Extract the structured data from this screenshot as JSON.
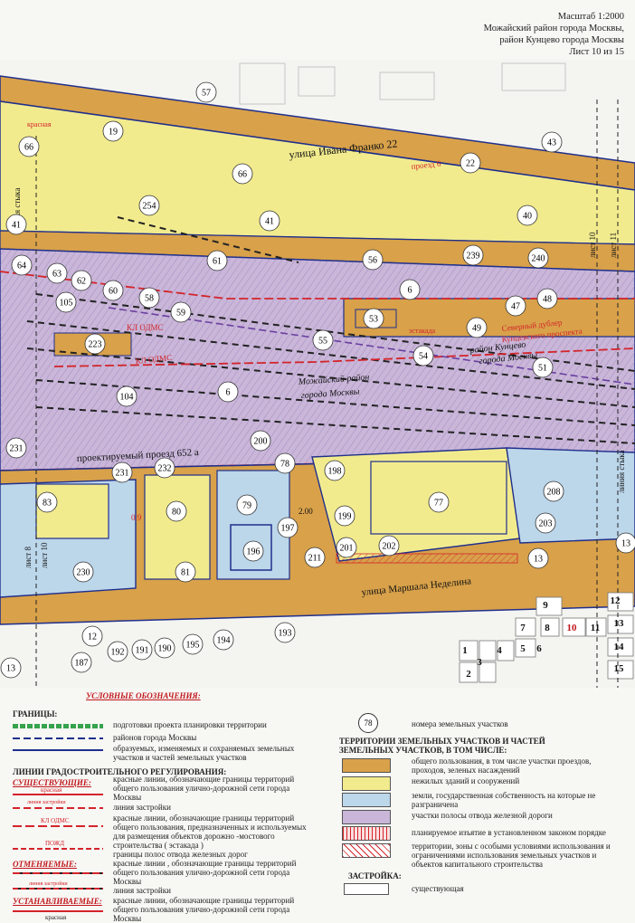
{
  "header": {
    "line1": "Масштаб 1:2000",
    "line2": "Можайский район города Москвы,",
    "line3": "район Кунцево города Москвы",
    "line4": "Лист 10 из 15"
  },
  "streets": {
    "ivana_franko": "улица Ивана Франко 22",
    "proektir": "проектируемый проезд 652 а",
    "nedelina": "улица Маршала Неделина",
    "proezd6": "проезд 6",
    "severny": "Северный дублер",
    "kuntsevsky": "Кунцевского проспекта",
    "kuntsevo_district": "район Кунцево",
    "kuntsevo_city": "города Москвы",
    "mozhaisky": "Можайский район",
    "mozhaisky_city": "города Москвы"
  },
  "map_labels": {
    "liniya_styka": "линия стыка",
    "list10a": "лист 10",
    "list11": "лист 11",
    "list8": "лист 8",
    "list10b": "лист 10",
    "kl_odms": "КЛ ОДМС",
    "krasnaya": "красная",
    "estakada": "эстакада",
    "dim1": "0.9",
    "dim2": "2.00"
  },
  "parcels": [
    "57",
    "19",
    "66",
    "66",
    "43",
    "22",
    "254",
    "41",
    "40",
    "41",
    "61",
    "56",
    "239",
    "240",
    "64",
    "63",
    "62",
    "105",
    "60",
    "58",
    "59",
    "6",
    "47",
    "48",
    "53",
    "223",
    "55",
    "49",
    "54",
    "51",
    "104",
    "6",
    "200",
    "231",
    "78",
    "231",
    "232",
    "198",
    "83",
    "80",
    "79",
    "197",
    "77",
    "208",
    "203",
    "199",
    "196",
    "211",
    "201",
    "202",
    "13",
    "230",
    "81",
    "12",
    "187",
    "192",
    "191",
    "190",
    "195",
    "194",
    "193",
    "13",
    "13"
  ],
  "buildings": [
    "9",
    "12",
    "7",
    "8",
    "10",
    "11",
    "13",
    "1",
    "4",
    "5",
    "6",
    "14",
    "3",
    "2",
    "15"
  ],
  "legend": {
    "title": "УСЛОВНЫЕ ОБОЗНАЧЕНИЯ:",
    "granitsy": "ГРАНИЦЫ:",
    "l_project": "подготовки проекта планировки территории",
    "l_rayon": "районов города Москвы",
    "l_uch1": "образуемых, изменяемых и сохраняемых земельных",
    "l_uch2": "участков и частей земельных участков",
    "linii": "ЛИНИИ ГРАДОСТРОИТЕЛЬНОГО РЕГУЛИРОВАНИЯ:",
    "sushch": "СУЩЕСТВУЮЩИЕ:",
    "red1": "красные линии, обозначающие границы территорий",
    "red2": "общего пользования улично-дорожной сети города",
    "red3": "Москвы",
    "zastr": "линия застройки",
    "kl1": "красные линии, обозначающие границы территорий",
    "kl2": "общего пользования, предназначенных и используемых",
    "kl3": "для размещения объектов дорожно -мостового",
    "kl4": "строительства ( эстакада )",
    "pozhd": "границы полос отвода железных дорог",
    "otmen": "ОТМЕНЯЕМЫЕ:",
    "ot1": "красные линии , обозначающие границы территорий",
    "ot2": "общего пользования улично-дорожной сети города",
    "ot3": "Москвы",
    "ot4": "линия застройки",
    "ustan": "УСТАНАВЛИВАЕМЫЕ:",
    "us1": "красные линии, обозначающие границы территорий",
    "us2": "общего пользования улично-дорожной сети города",
    "us3": "Москвы",
    "sample_krasnaya": "красная",
    "sample_liniya": "линия застройки",
    "sample_klodms": "КЛ ОДМС",
    "sample_pozhd": "ПОЖД",
    "sample_otm": "линия застройки",
    "marker_num": "78",
    "marker_text": "номера земельных участков",
    "terr1": "ТЕРРИТОРИИ ЗЕМЕЛЬНЫХ УЧАСТКОВ И ЧАСТЕЙ",
    "terr2": "ЗЕМЕЛЬНЫХ УЧАСТКОВ, В ТОМ ЧИСЛЕ:",
    "t_orange1": "общего пользования, в том числе участки проездов,",
    "t_orange2": "проходов, зеленых насаждений",
    "t_yellow": "нежилых зданий и сооружений",
    "t_blue1": "земли, государственная собственность на которые не",
    "t_blue2": "разграничена",
    "t_purple": "участки полосы отвода железной дороги",
    "t_red_hatch": "планируемое изъятие в установленном законом порядке",
    "t_hatch1": "территории, зоны с особыми условиями использования и",
    "t_hatch2": "ограничениями использования земельных участков и",
    "t_hatch3": "объектов капитального строительства",
    "zastroyka": "ЗАСТРОЙКА:",
    "t_exist": "существующая"
  },
  "colors": {
    "orange": "#d8a14a",
    "yellow": "#f2eb8e",
    "blue": "#bcd6ea",
    "purple": "#c9b6d9",
    "red": "#d4242a",
    "navy": "#1f2f8c",
    "green": "#36a34d"
  }
}
